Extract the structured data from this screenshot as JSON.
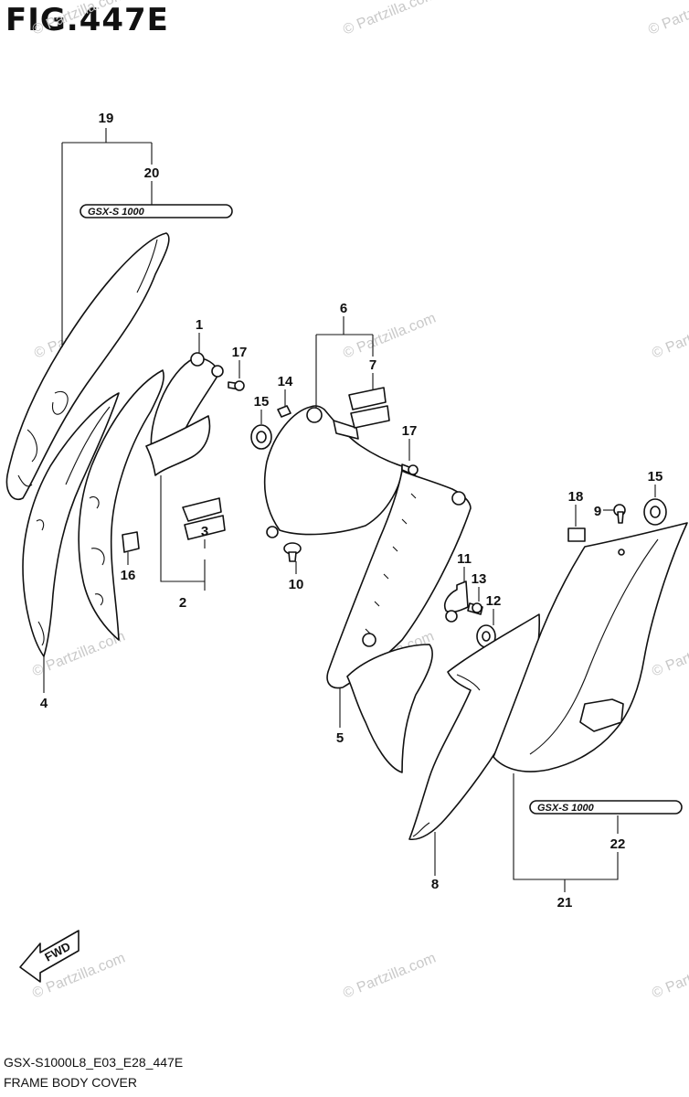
{
  "figure_title": "FIG.447E",
  "model_code": "GSX-S1000L8_E03_E28_447E",
  "section_name": "FRAME BODY COVER",
  "watermark_text": "© Partzilla.com",
  "fwd_label": "FWD",
  "emblem_text": "GSX-S 1000",
  "callouts": {
    "c1": "1",
    "c2": "2",
    "c3": "3",
    "c4": "4",
    "c5": "5",
    "c6": "6",
    "c7": "7",
    "c8": "8",
    "c9": "9",
    "c10": "10",
    "c11": "11",
    "c12": "12",
    "c13": "13",
    "c14": "14",
    "c15a": "15",
    "c15b": "15",
    "c16": "16",
    "c17a": "17",
    "c17b": "17",
    "c18": "18",
    "c19": "19",
    "c20": "20",
    "c21": "21",
    "c22": "22"
  }
}
